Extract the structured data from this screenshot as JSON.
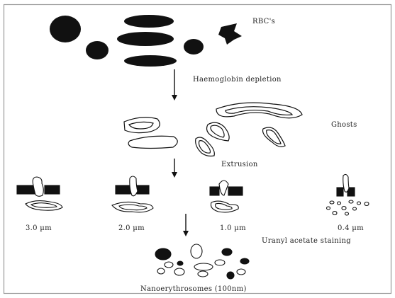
{
  "labels": {
    "rbcs": "RBC's",
    "haemoglobin_depletion": "Haemoglobin depletion",
    "ghosts": "Ghosts",
    "extrusion": "Extrusion",
    "uranyl_staining": "Uranyl acetate staining",
    "nanoerythrosomes": "Nanoerythrosomes (100nm)"
  },
  "pore_sizes": [
    "3.0  µm",
    "2.0 µm",
    "1.0 µm",
    "0.4 µm"
  ],
  "colors": {
    "ink": "#111111",
    "frame": "#9a9a9a",
    "background": "#ffffff"
  }
}
